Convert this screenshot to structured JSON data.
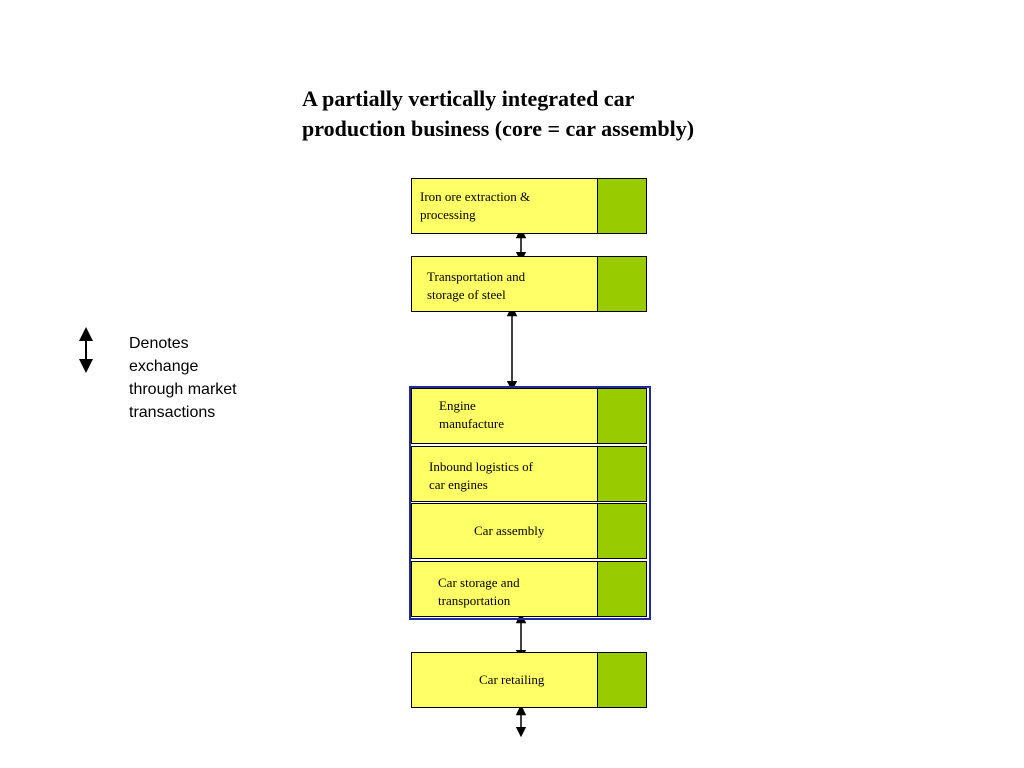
{
  "title": "A partially vertically integrated car\nproduction business (core = car assembly)",
  "legend": {
    "text": "Denotes\nexchange\nthrough market\ntransactions",
    "icon": "double-arrow-icon"
  },
  "stages": [
    {
      "label": "Iron ore extraction &\nprocessing",
      "in_core": false
    },
    {
      "label": "Transportation and\nstorage of steel",
      "in_core": false
    },
    {
      "label": "Engine\nmanufacture",
      "in_core": true
    },
    {
      "label": "Inbound logistics of\ncar engines",
      "in_core": true
    },
    {
      "label": "Car assembly",
      "in_core": true
    },
    {
      "label": "Car storage and\ntransportation",
      "in_core": true
    },
    {
      "label": "Car retailing",
      "in_core": false
    }
  ],
  "colors": {
    "stage_fill": "#ffff66",
    "swatch_fill": "#99cc00",
    "core_border": "#1f2a9e",
    "arrow": "#000000"
  }
}
